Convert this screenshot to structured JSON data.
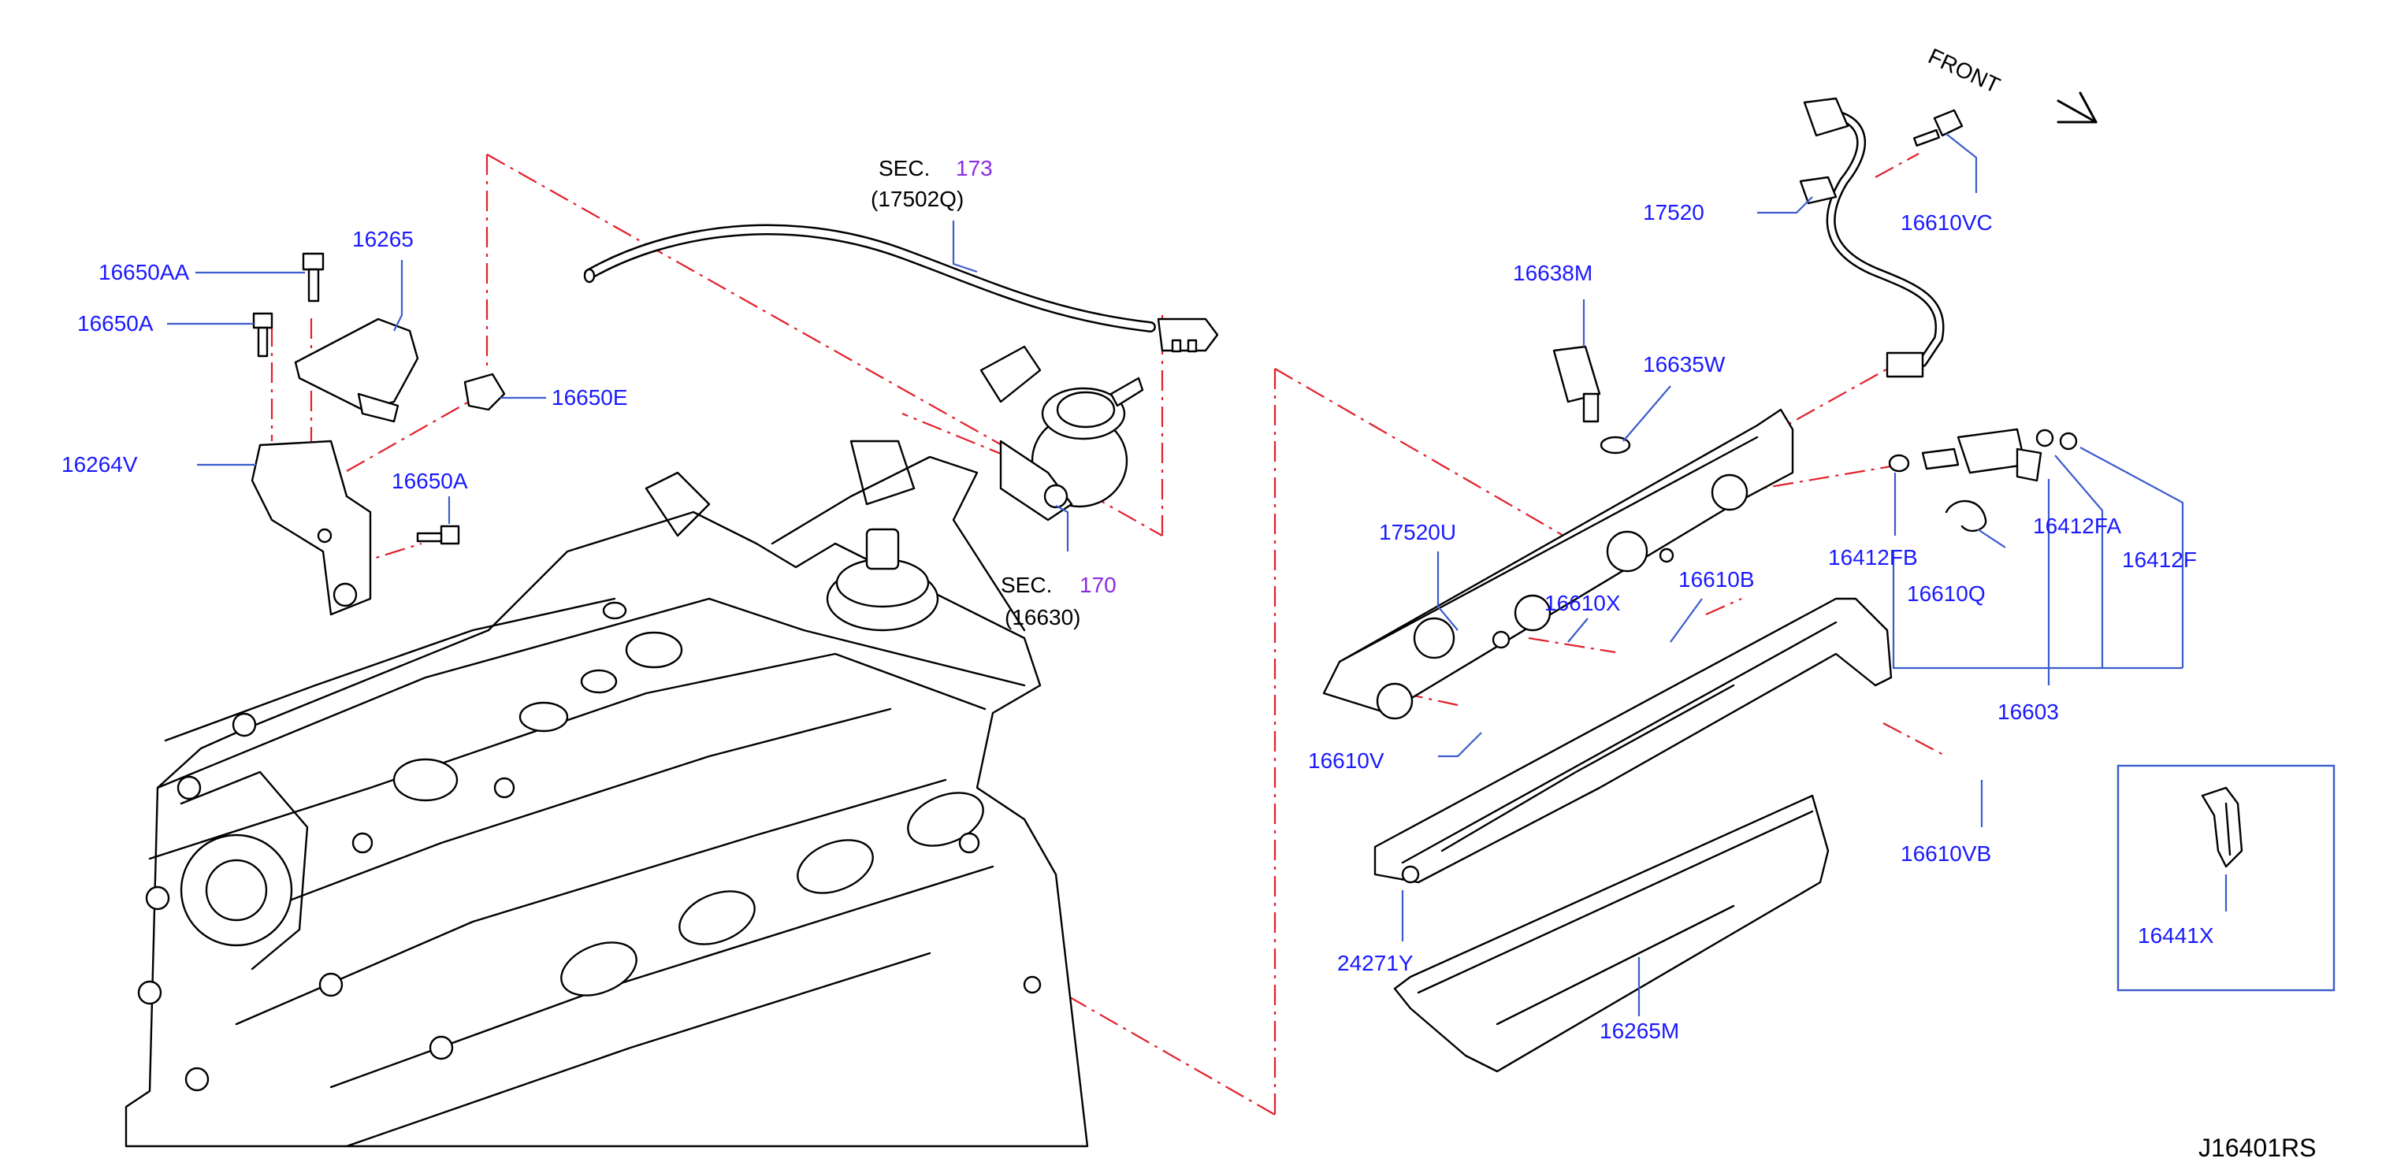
{
  "diagram": {
    "code": "J16401RS",
    "front_label": "FRONT",
    "sec_173": {
      "prefix": "SEC.",
      "number": "173",
      "part": "(17502Q)"
    },
    "sec_170": {
      "prefix": "SEC.",
      "number": "170",
      "part": "(16630)"
    },
    "parts": {
      "p16650AA": "16650AA",
      "p16265": "16265",
      "p16650A_top": "16650A",
      "p16650E": "16650E",
      "p16264V": "16264V",
      "p16650A_mid": "16650A",
      "p17520": "17520",
      "p16610VC": "16610VC",
      "p16638M": "16638M",
      "p16635W": "16635W",
      "p17520U": "17520U",
      "p16610X": "16610X",
      "p16610B": "16610B",
      "p16412FB": "16412FB",
      "p16412FA": "16412FA",
      "p16412F": "16412F",
      "p16610Q": "16610Q",
      "p16603": "16603",
      "p16610V": "16610V",
      "p16610VB": "16610VB",
      "p24271Y": "24271Y",
      "p16265M": "16265M",
      "p16441X": "16441X"
    }
  },
  "colors": {
    "label_blue": "#1a1aff",
    "sec_purple": "#8a2be2",
    "leader_blue": "#3b5ccc",
    "dash_red": "#e0202a"
  }
}
